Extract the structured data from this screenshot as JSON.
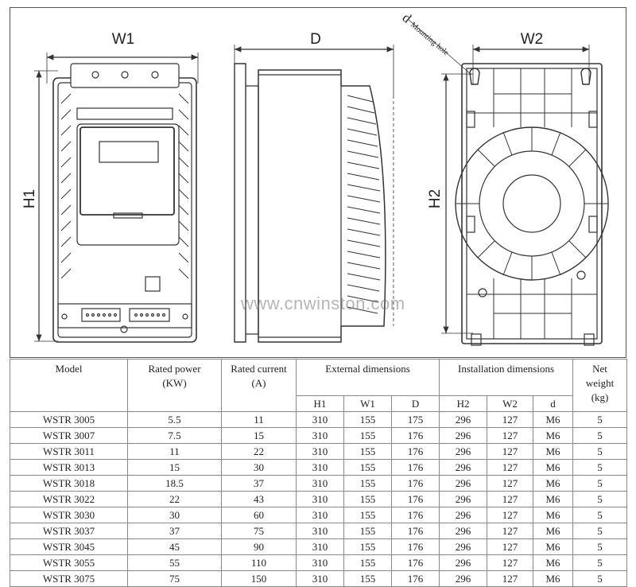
{
  "drawing": {
    "dim_labels": {
      "w1": "W1",
      "d": "D",
      "w2": "W2",
      "h1": "H1",
      "h2": "H2",
      "hole_d": "d",
      "hole_text": "Mounting hole"
    },
    "watermark": "www.cnwinston.com"
  },
  "table": {
    "headers": {
      "model": "Model",
      "rated_power": [
        "Rated power",
        "(KW)"
      ],
      "rated_current": [
        "Rated current",
        "(A)"
      ],
      "external": "External dimensions",
      "installation": "Installation dimensions",
      "net_weight": [
        "Net",
        "weight",
        "(kg)"
      ]
    },
    "subheaders": [
      "H1",
      "W1",
      "D",
      "H2",
      "W2",
      "d"
    ],
    "rows": [
      [
        "WSTR 3005",
        "5.5",
        "11",
        "310",
        "155",
        "175",
        "296",
        "127",
        "M6",
        "5"
      ],
      [
        "WSTR 3007",
        "7.5",
        "15",
        "310",
        "155",
        "176",
        "296",
        "127",
        "M6",
        "5"
      ],
      [
        "WSTR 3011",
        "11",
        "22",
        "310",
        "155",
        "176",
        "296",
        "127",
        "M6",
        "5"
      ],
      [
        "WSTR 3013",
        "15",
        "30",
        "310",
        "155",
        "176",
        "296",
        "127",
        "M6",
        "5"
      ],
      [
        "WSTR 3018",
        "18.5",
        "37",
        "310",
        "155",
        "176",
        "296",
        "127",
        "M6",
        "5"
      ],
      [
        "WSTR 3022",
        "22",
        "43",
        "310",
        "155",
        "176",
        "296",
        "127",
        "M6",
        "5"
      ],
      [
        "WSTR 3030",
        "30",
        "60",
        "310",
        "155",
        "176",
        "296",
        "127",
        "M6",
        "5"
      ],
      [
        "WSTR 3037",
        "37",
        "75",
        "310",
        "155",
        "176",
        "296",
        "127",
        "M6",
        "5"
      ],
      [
        "WSTR 3045",
        "45",
        "90",
        "310",
        "155",
        "176",
        "296",
        "127",
        "M6",
        "5"
      ],
      [
        "WSTR 3055",
        "55",
        "110",
        "310",
        "155",
        "176",
        "296",
        "127",
        "M6",
        "5"
      ],
      [
        "WSTR 3075",
        "75",
        "150",
        "310",
        "155",
        "176",
        "296",
        "127",
        "M6",
        "5"
      ]
    ]
  }
}
